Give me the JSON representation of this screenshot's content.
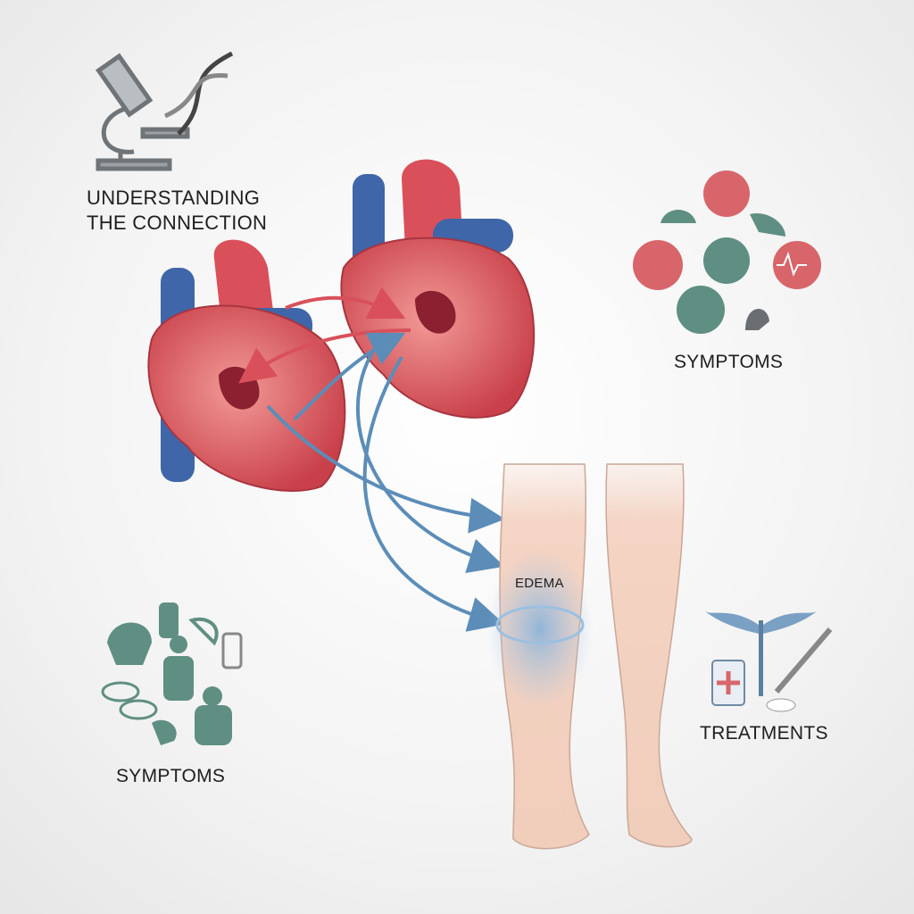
{
  "labels": {
    "understanding_line1": "UNDERSTANDING",
    "understanding_line2": "THE CONNECTION",
    "symptoms_right": "SYMPTOMS",
    "edema": "EDEMA",
    "symptoms_left": "SYMPTOMS",
    "treatments": "TREATMENTS"
  },
  "colors": {
    "heart_red": "#d9505a",
    "vessel_blue": "#3f66a8",
    "arrow_blue": "#5b8db8",
    "icon_red": "#d8656a",
    "icon_green": "#5f8f82",
    "skin": "#f3d3c3",
    "edema_blue": "#8fb8de"
  }
}
